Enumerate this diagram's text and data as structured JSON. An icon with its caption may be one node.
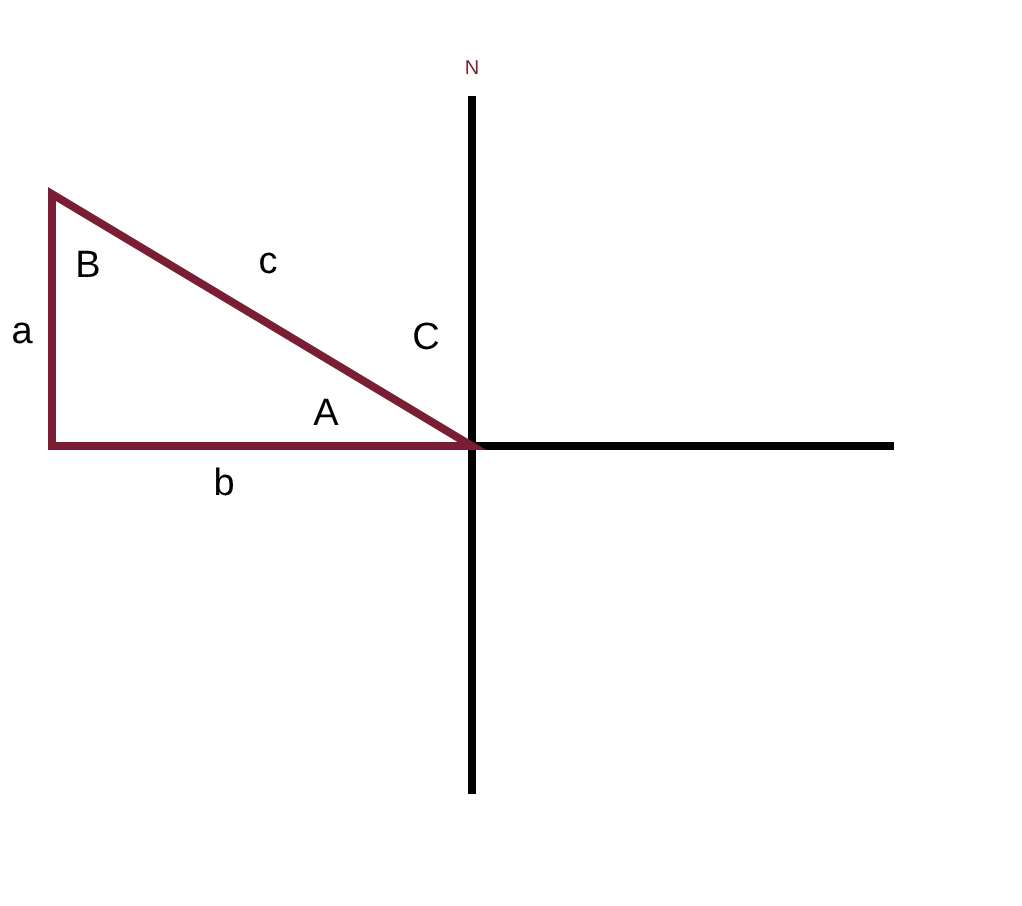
{
  "diagram": {
    "labels": [
      "N",
      "B",
      "c",
      "a",
      "C",
      "A",
      "b"
    ]
  }
}
